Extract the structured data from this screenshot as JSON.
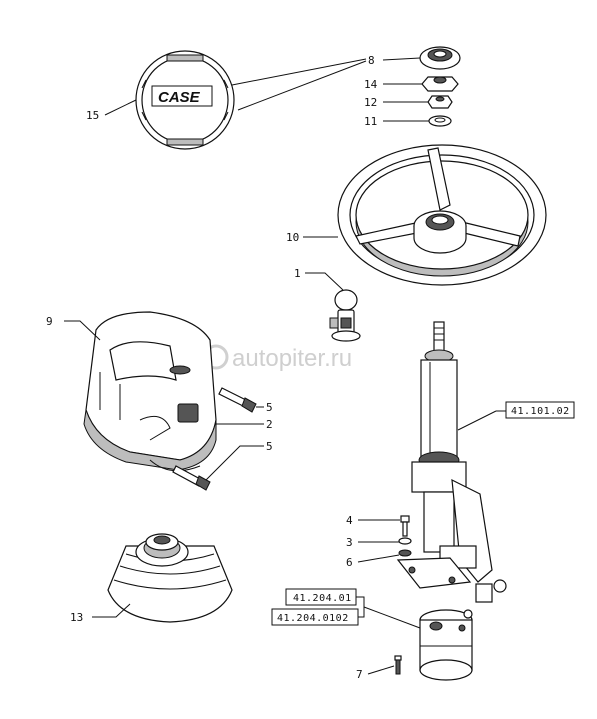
{
  "callouts": {
    "c1": "1",
    "c2": "2",
    "c3": "3",
    "c4": "4",
    "c5a": "5",
    "c5b": "5",
    "c6": "6",
    "c7": "7",
    "c8": "8",
    "c9": "9",
    "c10": "10",
    "c11": "11",
    "c12": "12",
    "c13": "13",
    "c14": "14",
    "c15": "15"
  },
  "references": {
    "steering_column": "41.101.02",
    "pump_a": "41.204.01",
    "pump_b": "41.204.0102"
  },
  "logo_text": "CASE",
  "watermark": "autopiter.ru"
}
